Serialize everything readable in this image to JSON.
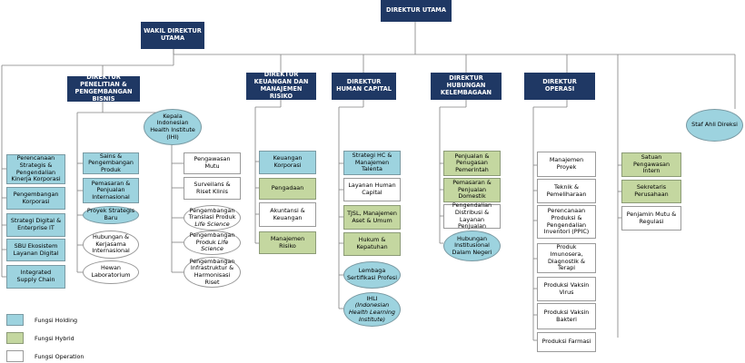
{
  "colors": {
    "director": "#1f3864",
    "holding": "#9dd3df",
    "hybrid": "#c4d7a0",
    "operation": "#ffffff",
    "line": "#808080"
  },
  "top": {
    "dirut": "DIREKTUR UTAMA",
    "wadirut": "WAKIL DIREKTUR UTAMA",
    "staf_ahli": "Staf Ahli Direksi"
  },
  "directors": {
    "penelitian": "DIREKTUR PENELITIAN & PENGEMBANGAN BISNIS",
    "keuangan": "DIREKTUR KEUANGAN DAN MANAJEMEN RISIKO",
    "hc": "DIREKTUR HUMAN CAPITAL",
    "hubungan": "DIREKTUR HUBUNGAN KELEMBAGAAN",
    "operasi": "DIREKTUR OPERASI"
  },
  "wadirut_units": [
    "Perencanaan Strategis & Pengendalian Kinerja Korporasi",
    "Pengembangan Korporasi",
    "Strategi Digital & Enterprise IT",
    "SBU Ekosistem Layanan Digital",
    "Integrated Supply Chain"
  ],
  "penelitian_units": {
    "sains": "Sains & Pengembangan Produk",
    "pemasaran": "Pemasaran & Penjualan Internasional",
    "proyek": "Proyek Strategis Baru",
    "hubungan_kerjasama": "Hubungan & Kerjasama Internasional",
    "hewan": "Hewan Laboratorium"
  },
  "ihi": "Kepala Indonesian Health Institute (IHI)",
  "ihi_units": {
    "pengawasan_mutu": "Pengawasan Mutu",
    "surveilans": "Surveilans & Riset Klinis",
    "translasi": "Pengembangan Translasi Produk",
    "translasi_italic": "Life Science",
    "produk": "Pengembangan Produk",
    "produk_italic": "Life Science",
    "infrastruktur": "Pengembangan Infrastruktur & Harmonisasi Riset"
  },
  "keuangan_units": [
    "Keuangan Korporasi",
    "Pengadaan",
    "Akuntansi & Keuangan",
    "Manajemen Risiko"
  ],
  "hc_units": {
    "strategi": "Strategi HC & Manajemen Talenta",
    "layanan": "Layanan Human Capital",
    "tjsl": "TJSL, Manajemen Aset & Umum",
    "hukum": "Hukum & Kepatuhan",
    "lembaga": "Lembaga Sertifikasi Profesi",
    "ihli": "IHLI",
    "ihli_italic": "(Indonesian Health Learning Institute)"
  },
  "hubungan_units": [
    "Penjualan & Penugasan Pemerintah",
    "Pemasaran & Penjualan Domestik",
    "Pengendalian Distribusi & Layanan Penjualan",
    "Hubungan Institusional Dalam Negeri"
  ],
  "operasi_units": [
    "Manajemen Proyek",
    "Teknik & Pemeliharaan",
    "Perencanaan Produksi & Pengendalian Inventori (PPIC)",
    "Produk Imunosera, Diagnostik & Terapi",
    "Produksi Vaksin Virus",
    "Produksi Vaksin Bakteri",
    "Produksi Farmasi"
  ],
  "dirut_units": [
    "Satuan Pengawasan Intern",
    "Sekretaris Perusahaan",
    "Penjamin Mutu & Regulasi"
  ],
  "legend": {
    "holding": "Fungsi Holding",
    "hybrid": "Fungsi Hybrid",
    "operation": "Fungsi Operation"
  }
}
